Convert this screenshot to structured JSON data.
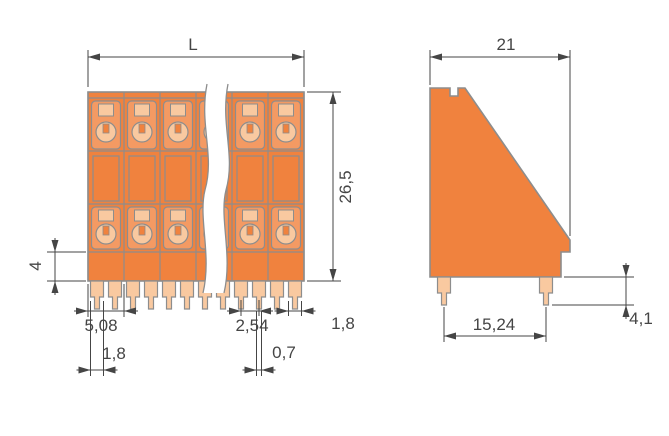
{
  "colors": {
    "body": "#f0823e",
    "body_mid": "#f49a63",
    "body_light": "#f9c9a0",
    "dim": "#454545"
  },
  "front_view": {
    "length_label": "L",
    "total_height": "26,5",
    "bottom_section_height": "4",
    "pole_pitch": "5,08",
    "pin_width": "1,8",
    "pin_spacing": "2,54",
    "pin_thickness": "0,7",
    "end_pin_width": "1,8"
  },
  "side_view": {
    "depth": "21",
    "pin_row_spacing": "15,24",
    "pin_length": "4,1"
  }
}
